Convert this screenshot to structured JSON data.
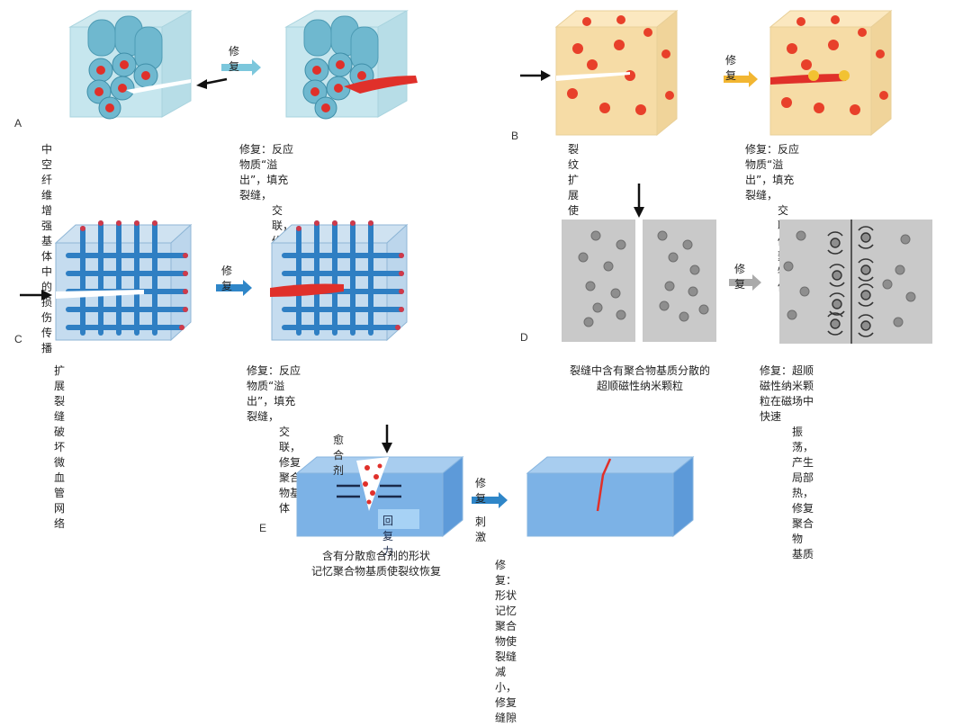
{
  "colors": {
    "tube_cyan": "#6fb8cf",
    "crack_red": "#e0302a",
    "capsule_bg": "#f6dca6",
    "capsule_dot": "#e8402a",
    "vascular_blue": "#2f7fc3",
    "gray_panel": "#c9c9c9",
    "shape_blue": "#4c8fd3",
    "arrow_cyan": "#7cc7dc",
    "arrow_yellow": "#f2b632",
    "arrow_blue": "#2f86c8",
    "arrow_gray": "#aaaaaa"
  },
  "panels": {
    "a": {
      "letter": "A",
      "arrow_label": "修复",
      "left_caption": "中空纤维增强基体中的损伤传播",
      "right_caption": [
        "修复：反应物质“溢出”，填充裂缝，",
        "交联，修复聚合物基体"
      ]
    },
    "b": {
      "letter": "B",
      "arrow_label": "修复",
      "left_caption": "裂纹扩展使微囊破裂",
      "right_caption": [
        "修复：反应物质“溢出”，填充裂缝，",
        "交联，修复聚合物基体"
      ]
    },
    "c": {
      "letter": "C",
      "arrow_label": "修复",
      "left_caption": "扩展裂缝破坏微血管网络",
      "right_caption": [
        "修复：反应物质“溢出”，填充裂缝，",
        "交联，修复聚合物基体"
      ]
    },
    "d": {
      "letter": "D",
      "arrow_label": "修复",
      "left_caption": [
        "裂缝中含有聚合物基质分散的",
        "超顺磁性纳米颗粒"
      ],
      "right_caption": [
        "修复：超顺磁性纳米颗粒在磁场中快速",
        "振荡，产生局部热，修复聚合物",
        "基质"
      ]
    },
    "e": {
      "letter": "E",
      "agent_label": "愈合剂",
      "force_label": "回复力",
      "arrow_label_top": "修复",
      "arrow_label_bottom": "刺激",
      "left_caption": [
        "含有分散愈合剂的形状",
        "记忆聚合物基质使裂纹恢复"
      ],
      "right_caption": "修复：形状记忆聚合物使裂缝减小，修复缝隙"
    }
  }
}
